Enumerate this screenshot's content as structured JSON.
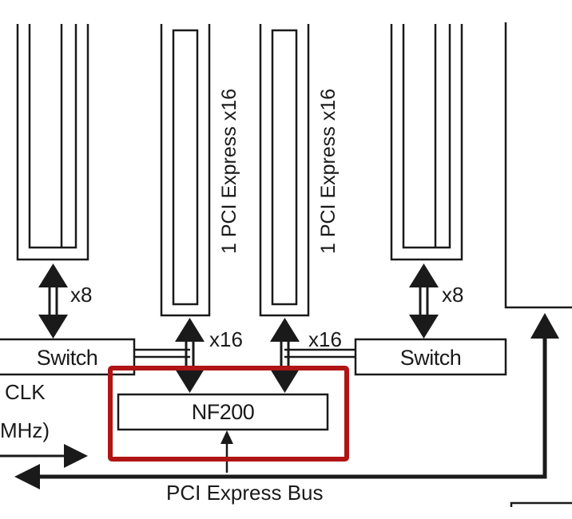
{
  "labels": {
    "slot_label": "1 PCI Express x16",
    "link_x8": "x8",
    "link_x16": "x16",
    "switch": "Switch",
    "clk": "CLK",
    "mhz_fragment": "MHz)",
    "chip": "NF200",
    "bus": "PCI Express Bus"
  },
  "colors": {
    "line": "#1a1a1a",
    "highlight": "#b01414",
    "background": "#ffffff"
  }
}
